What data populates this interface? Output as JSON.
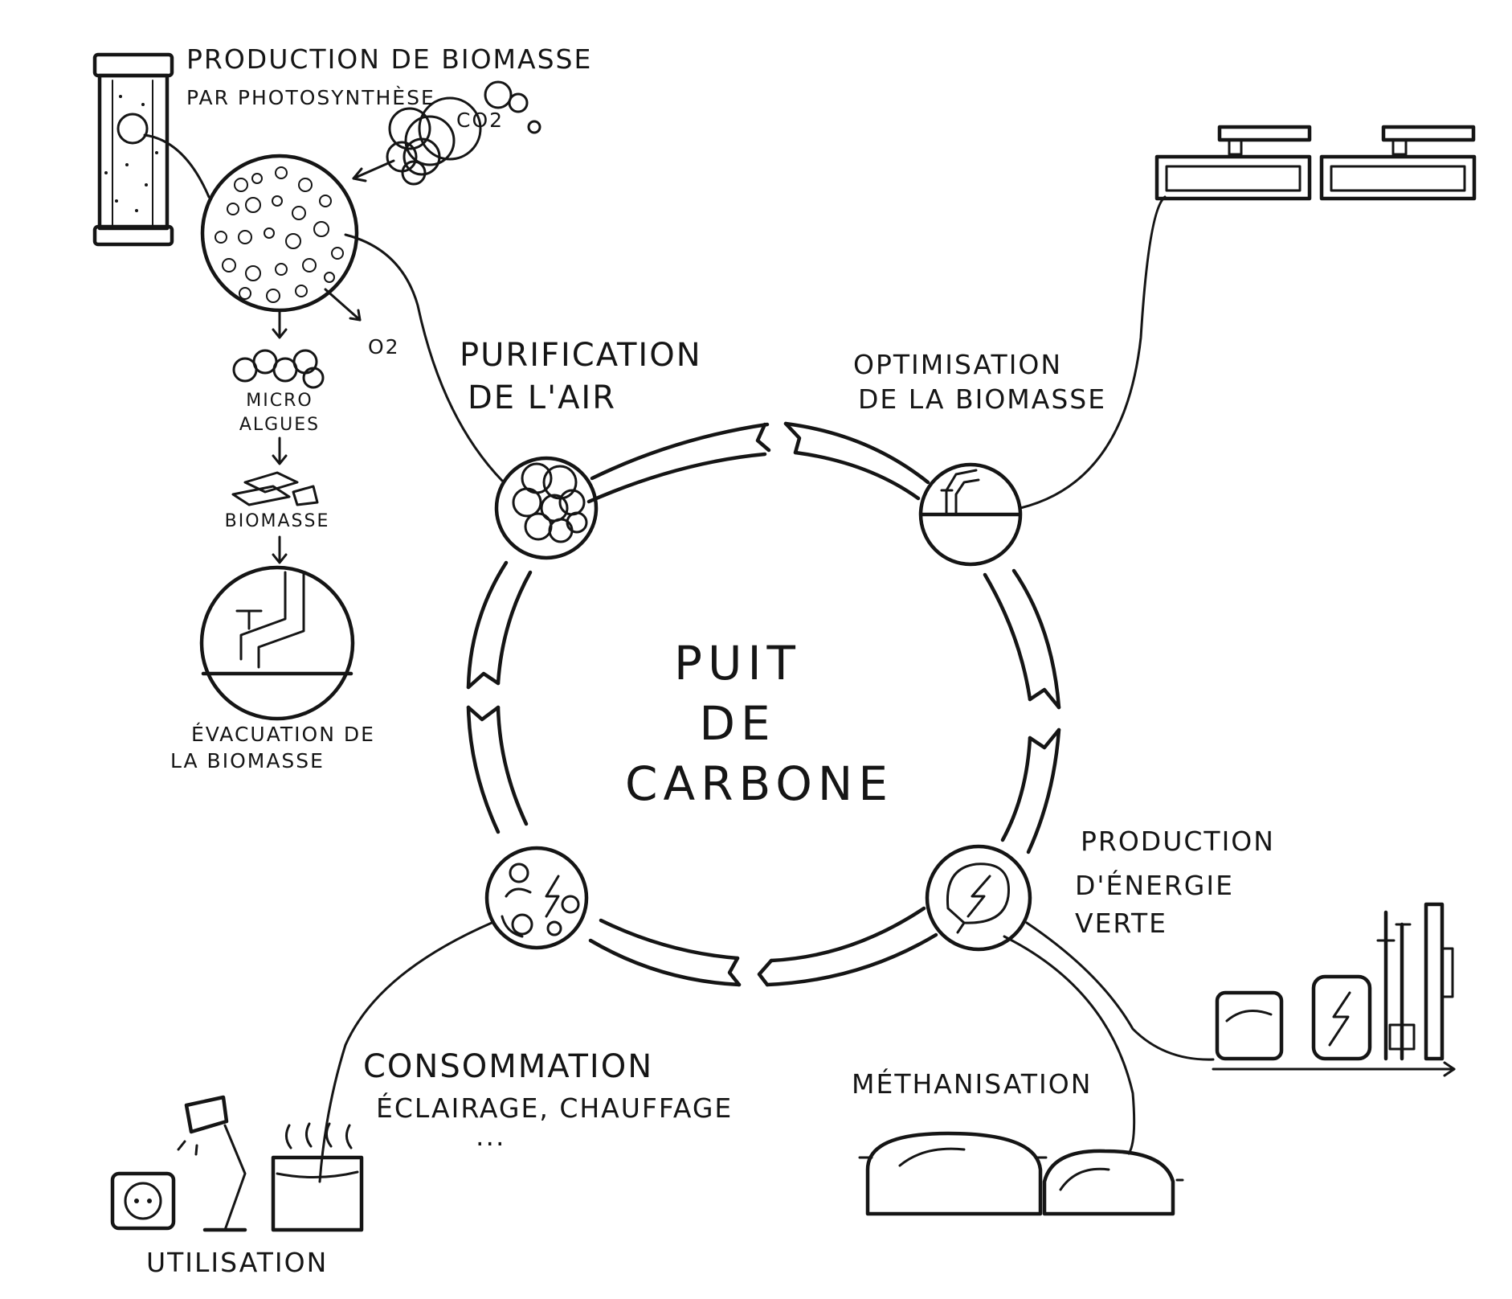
{
  "diagram": {
    "center_lines": [
      "PUIT",
      "DE",
      "CARBONE"
    ],
    "stages": {
      "purification": [
        "PURIFICATION",
        "DE L'AIR"
      ],
      "optimisation": [
        "OPTIMISATION",
        "DE LA BIOMASSE"
      ],
      "production_energie": [
        "PRODUCTION",
        "D'ÉNERGIE",
        "VERTE"
      ],
      "consommation": [
        "CONSOMMATION",
        "ÉCLAIRAGE, CHAUFFAGE",
        "..."
      ]
    },
    "branches": {
      "photosynthese": [
        "PRODUCTION DE BIOMASSE",
        "PAR PHOTOSYNTHÈSE"
      ],
      "co2": "CO2",
      "o2": "O2",
      "micro_algues": [
        "MICRO",
        "ALGUES"
      ],
      "biomasse": "BIOMASSE",
      "evacuation": [
        "ÉVACUATION DE",
        "LA BIOMASSE"
      ],
      "methanisation": "MÉTHANISATION",
      "utilisation": "UTILISATION"
    }
  }
}
